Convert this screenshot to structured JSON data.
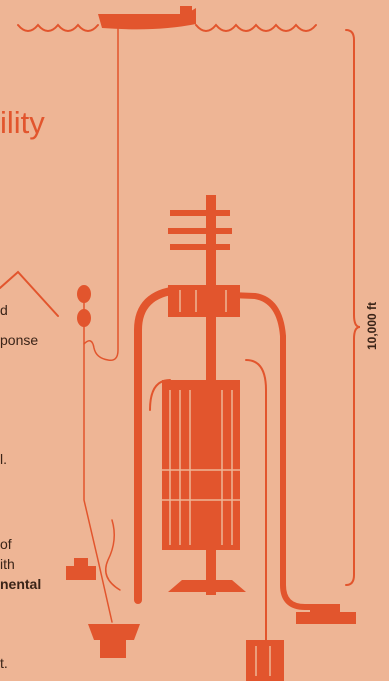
{
  "heading": "ility",
  "depth_label": "10,000 ft",
  "text_fragments": {
    "line1": "d",
    "line2": "ponse",
    "line3": "l.",
    "line4": "of",
    "line5": "ith",
    "line6_bold": "nental",
    "line7": "t."
  },
  "colors": {
    "background": "#eeb595",
    "accent": "#e2552d",
    "text": "#3a2418"
  }
}
